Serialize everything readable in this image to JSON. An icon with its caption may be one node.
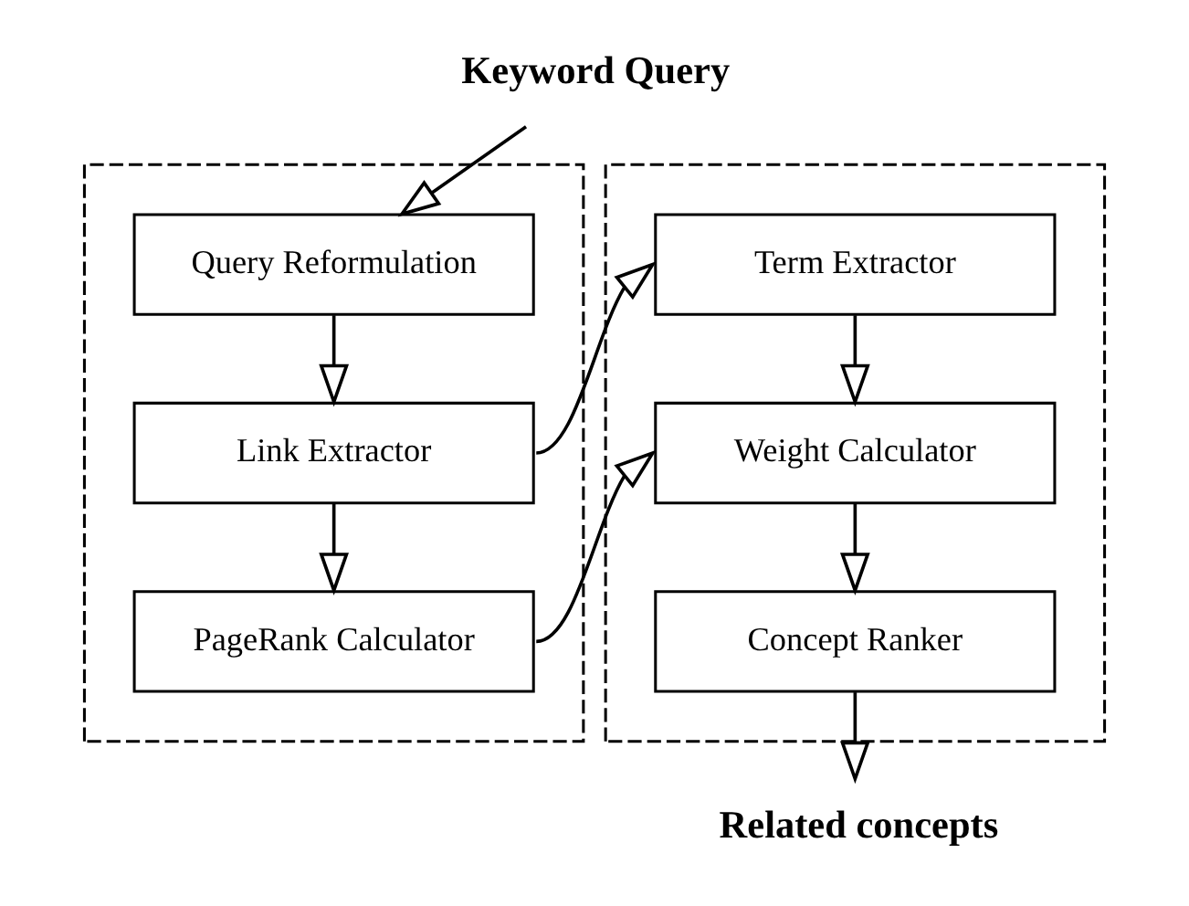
{
  "diagram": {
    "nodes": [
      {
        "text": [
          "Keyword Query"
        ]
      },
      {
        "text": [],
        "shape": "box"
      },
      {
        "text": [
          "Query Reformulation"
        ],
        "in": 1
      },
      {
        "text": [
          "Link Extractor"
        ],
        "in": 1
      },
      {
        "text": [
          "PageRank Calculator"
        ],
        "in": 1
      },
      {
        "text": [],
        "shape": "box"
      },
      {
        "text": [
          "Term Extractor"
        ],
        "in": 5
      },
      {
        "text": [
          "Weight Calculator"
        ],
        "in": 5
      },
      {
        "text": [
          "Concept Ranker"
        ],
        "in": 5
      },
      {
        "text": [
          "Related concepts"
        ]
      }
    ],
    "edges": [
      {
        "from": 0,
        "to": 2,
        "arrow": "to"
      },
      {
        "from": 2,
        "to": 3,
        "arrow": "to"
      },
      {
        "from": 3,
        "to": 4,
        "arrow": "to"
      },
      {
        "from": 3,
        "to": 6,
        "arrow": "to"
      },
      {
        "from": 4,
        "to": 7,
        "arrow": "to"
      },
      {
        "from": 6,
        "to": 7,
        "arrow": "to"
      },
      {
        "from": 7,
        "to": 8,
        "arrow": "to"
      },
      {
        "from": 8,
        "to": 9,
        "arrow": "to"
      }
    ]
  }
}
